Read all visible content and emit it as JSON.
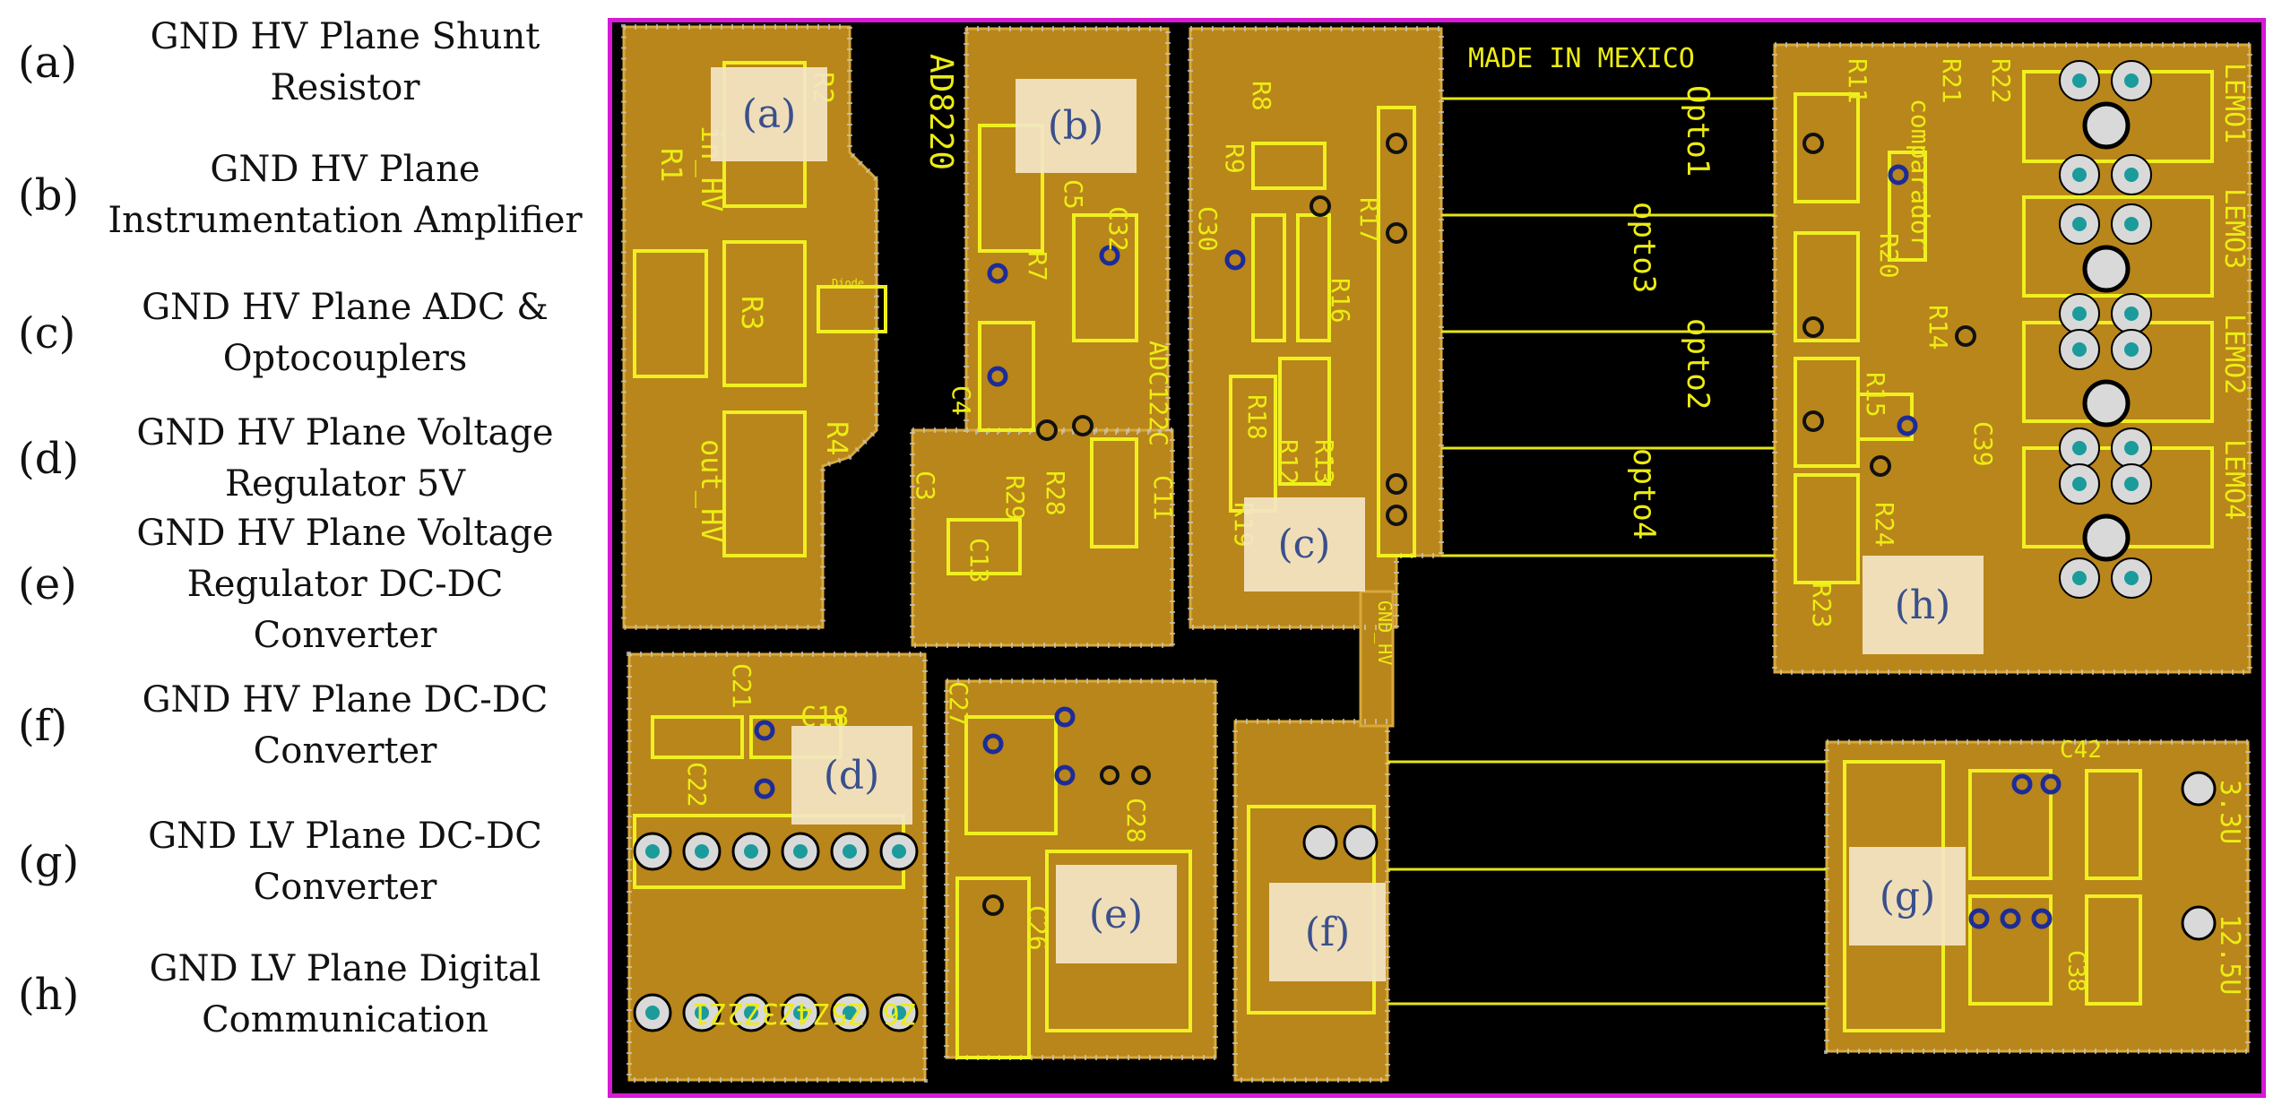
{
  "legend": [
    {
      "letter": "(a)",
      "line1": "GND HV Plane Shunt",
      "line2": "Resistor"
    },
    {
      "letter": "(b)",
      "line1": "GND HV Plane",
      "line2": "Instrumentation Amplifier"
    },
    {
      "letter": "(c)",
      "line1": "GND HV Plane ADC &",
      "line2": "Optocouplers"
    },
    {
      "letter": "(d)",
      "line1": "GND HV Plane Voltage",
      "line2": "Regulator 5V"
    },
    {
      "letter": "(e)",
      "line1": "GND HV Plane Voltage",
      "line2": "Regulator DC-DC Converter"
    },
    {
      "letter": "(f)",
      "line1": "GND HV Plane DC-DC",
      "line2": "Converter"
    },
    {
      "letter": "(g)",
      "line1": "GND LV Plane DC-DC",
      "line2": "Converter"
    },
    {
      "letter": "(h)",
      "line1": "GND LV Plane Digital",
      "line2": "Communication"
    }
  ],
  "board": {
    "region_labels": {
      "a": "(a)",
      "b": "(b)",
      "c": "(c)",
      "d": "(d)",
      "e": "(e)",
      "f": "(f)",
      "g": "(g)",
      "h": "(h)"
    },
    "silkscreen": {
      "made_in": "MADE IN MEXICO",
      "ad8220": "AD8220",
      "r1": "R1",
      "r2": "R2",
      "r3": "R3",
      "r4": "R4",
      "in_hv": "in_HV",
      "out_hv": "out_HV",
      "diode": "Diode",
      "r7": "R7",
      "c32": "C32",
      "c5": "C5",
      "c4": "C4",
      "c3": "C3",
      "r29": "R29",
      "r28": "R28",
      "c13": "C13",
      "c11": "C11",
      "r8": "R8",
      "r9": "R9",
      "c30": "C30",
      "r17": "R17",
      "r16": "R16",
      "r18": "R18",
      "r12": "R12",
      "r13": "R13",
      "r19": "R19",
      "adc": "ADC122C",
      "opto1": "Opto1",
      "opto3": "opto3",
      "opto2": "opto2",
      "opto4": "opto4",
      "r11": "R11",
      "r21": "R21",
      "r22": "R22",
      "r20": "R20",
      "r14": "R14",
      "r15": "R15",
      "r24": "R24",
      "r23": "R23",
      "c39": "C39",
      "comparador": "comparador",
      "lemo1": "LEMO1",
      "lemo3": "LEMO3",
      "lemo2": "LEMO2",
      "lemo4": "LEMO4",
      "c18": "C18",
      "c21": "C21",
      "c22": "C22",
      "c26": "C26",
      "c27": "C27",
      "c28": "C28",
      "zener": "Z6 Z5Z4Z3Z2Z1",
      "gnd_hv": "GND_HV",
      "v3_3": "3.3U",
      "v12_5": "12.5U",
      "c42": "C42",
      "c38": "C38"
    }
  }
}
